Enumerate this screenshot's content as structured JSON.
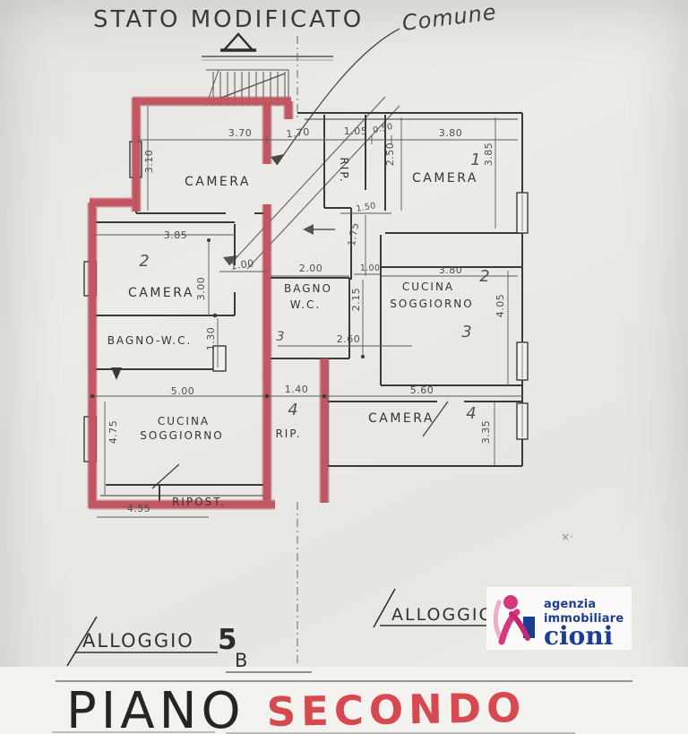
{
  "header": {
    "title": "STATO MODIFICATO",
    "note": "Comune"
  },
  "section_markers": {
    "top_symbol": "triangle-A",
    "bottom": "B"
  },
  "rooms": {
    "camera_tl": "CAMERA",
    "camera_ml": "CAMERA",
    "bagno_l": "BAGNO-W.C.",
    "cucina_l1": "CUCINA",
    "cucina_l2": "SOGGIORNO",
    "ripost": "RIPOST.",
    "rip_b": "RIP.",
    "camera_tr": "CAMERA",
    "rip_t": "RIP.",
    "bagno_c1": "BAGNO",
    "bagno_c2": "W.C.",
    "cucina_r1": "CUCINA",
    "cucina_r2": "SOGGIORNO",
    "camera_br": "CAMERA"
  },
  "handwritten": {
    "n1": "1",
    "n2_left": "2",
    "n2_right": "2",
    "n3_small": "3",
    "n3_right": "3",
    "n4_rip": "4",
    "n4_camera": "4"
  },
  "dims": {
    "top_1": "3.70",
    "top_2": "1.70",
    "top_3": "1.05",
    "top_4": "0.50",
    "top_5": "3.80",
    "v_385_r": "3.85",
    "v_310": "3.10",
    "v_250": "2.50",
    "h_150": "1.50",
    "v_175": "1.75",
    "h_385": "3.85",
    "v_300": "3.00",
    "h_100_a": "1.00",
    "h_200": "2.00",
    "h_100_b": "1.00",
    "h_380": "3.80",
    "v_215": "2.15",
    "v_405": "4.05",
    "v_130": "1.30",
    "h_260": "2.60",
    "h_500": "5.00",
    "h_140": "1.40",
    "h_560": "5.60",
    "v_475": "4.75",
    "v_335": "3.35",
    "h_455": "4.55"
  },
  "footer": {
    "unit_left": "ALLOGGIO",
    "unit_left_num": "5",
    "unit_right": "ALLOGGIO",
    "floor_black": "PIANO",
    "floor_red": "SECONDO"
  },
  "logo": {
    "line1": "agenzia",
    "line2": "immobiliare",
    "line3": "cioni"
  },
  "misc": {
    "mark": "×·"
  },
  "colors": {
    "marker_red": "#bc4b57",
    "title_red": "#d5494f",
    "ink": "#3b3a37",
    "logo_pink": "#d6377f",
    "logo_blue": "#1b3e94",
    "paper": "#eaE9e5"
  }
}
